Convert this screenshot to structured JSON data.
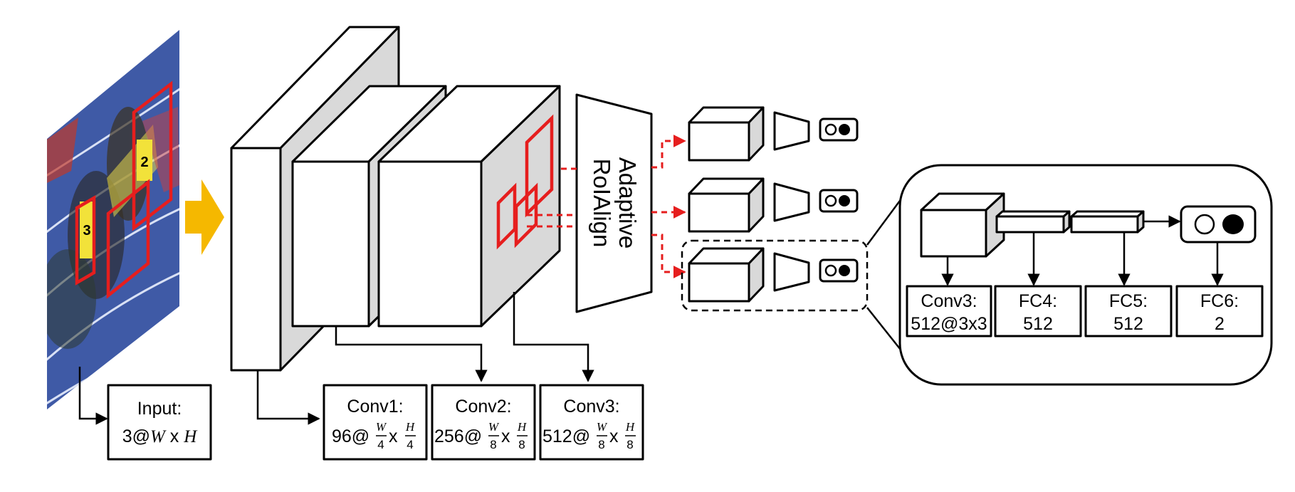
{
  "colors": {
    "accent_arrow": "#f5b800",
    "roi_red": "#e61e1e",
    "side_gray": "#d9d9d9",
    "input_image_bg": "#3f5aa6"
  },
  "input_label": {
    "line1": "Input:",
    "line2_prefix": "3@",
    "w": "W",
    "x": " x ",
    "h": "H"
  },
  "conv1_label": {
    "line1": "Conv1:",
    "prefix": "96@",
    "num_w": "W",
    "den": "4",
    "x": "x",
    "num_h": "H"
  },
  "conv2_label": {
    "line1": "Conv2:",
    "prefix": "256@",
    "num_w": "W",
    "den": "8",
    "x": "x",
    "num_h": "H"
  },
  "conv3_label": {
    "line1": "Conv3:",
    "prefix": "512@",
    "num_w": "W",
    "den": "8",
    "x": "x",
    "num_h": "H"
  },
  "roi_align": {
    "line1": "Adaptive",
    "line2": "RoIAlign"
  },
  "detail": {
    "conv3": {
      "line1": "Conv3:",
      "line2": "512@3x3"
    },
    "fc4": {
      "line1": "FC4:",
      "line2": "512"
    },
    "fc5": {
      "line1": "FC5:",
      "line2": "512"
    },
    "fc6": {
      "line1": "FC6:",
      "line2": "2"
    }
  },
  "input_image_digits": [
    "3",
    "2"
  ]
}
